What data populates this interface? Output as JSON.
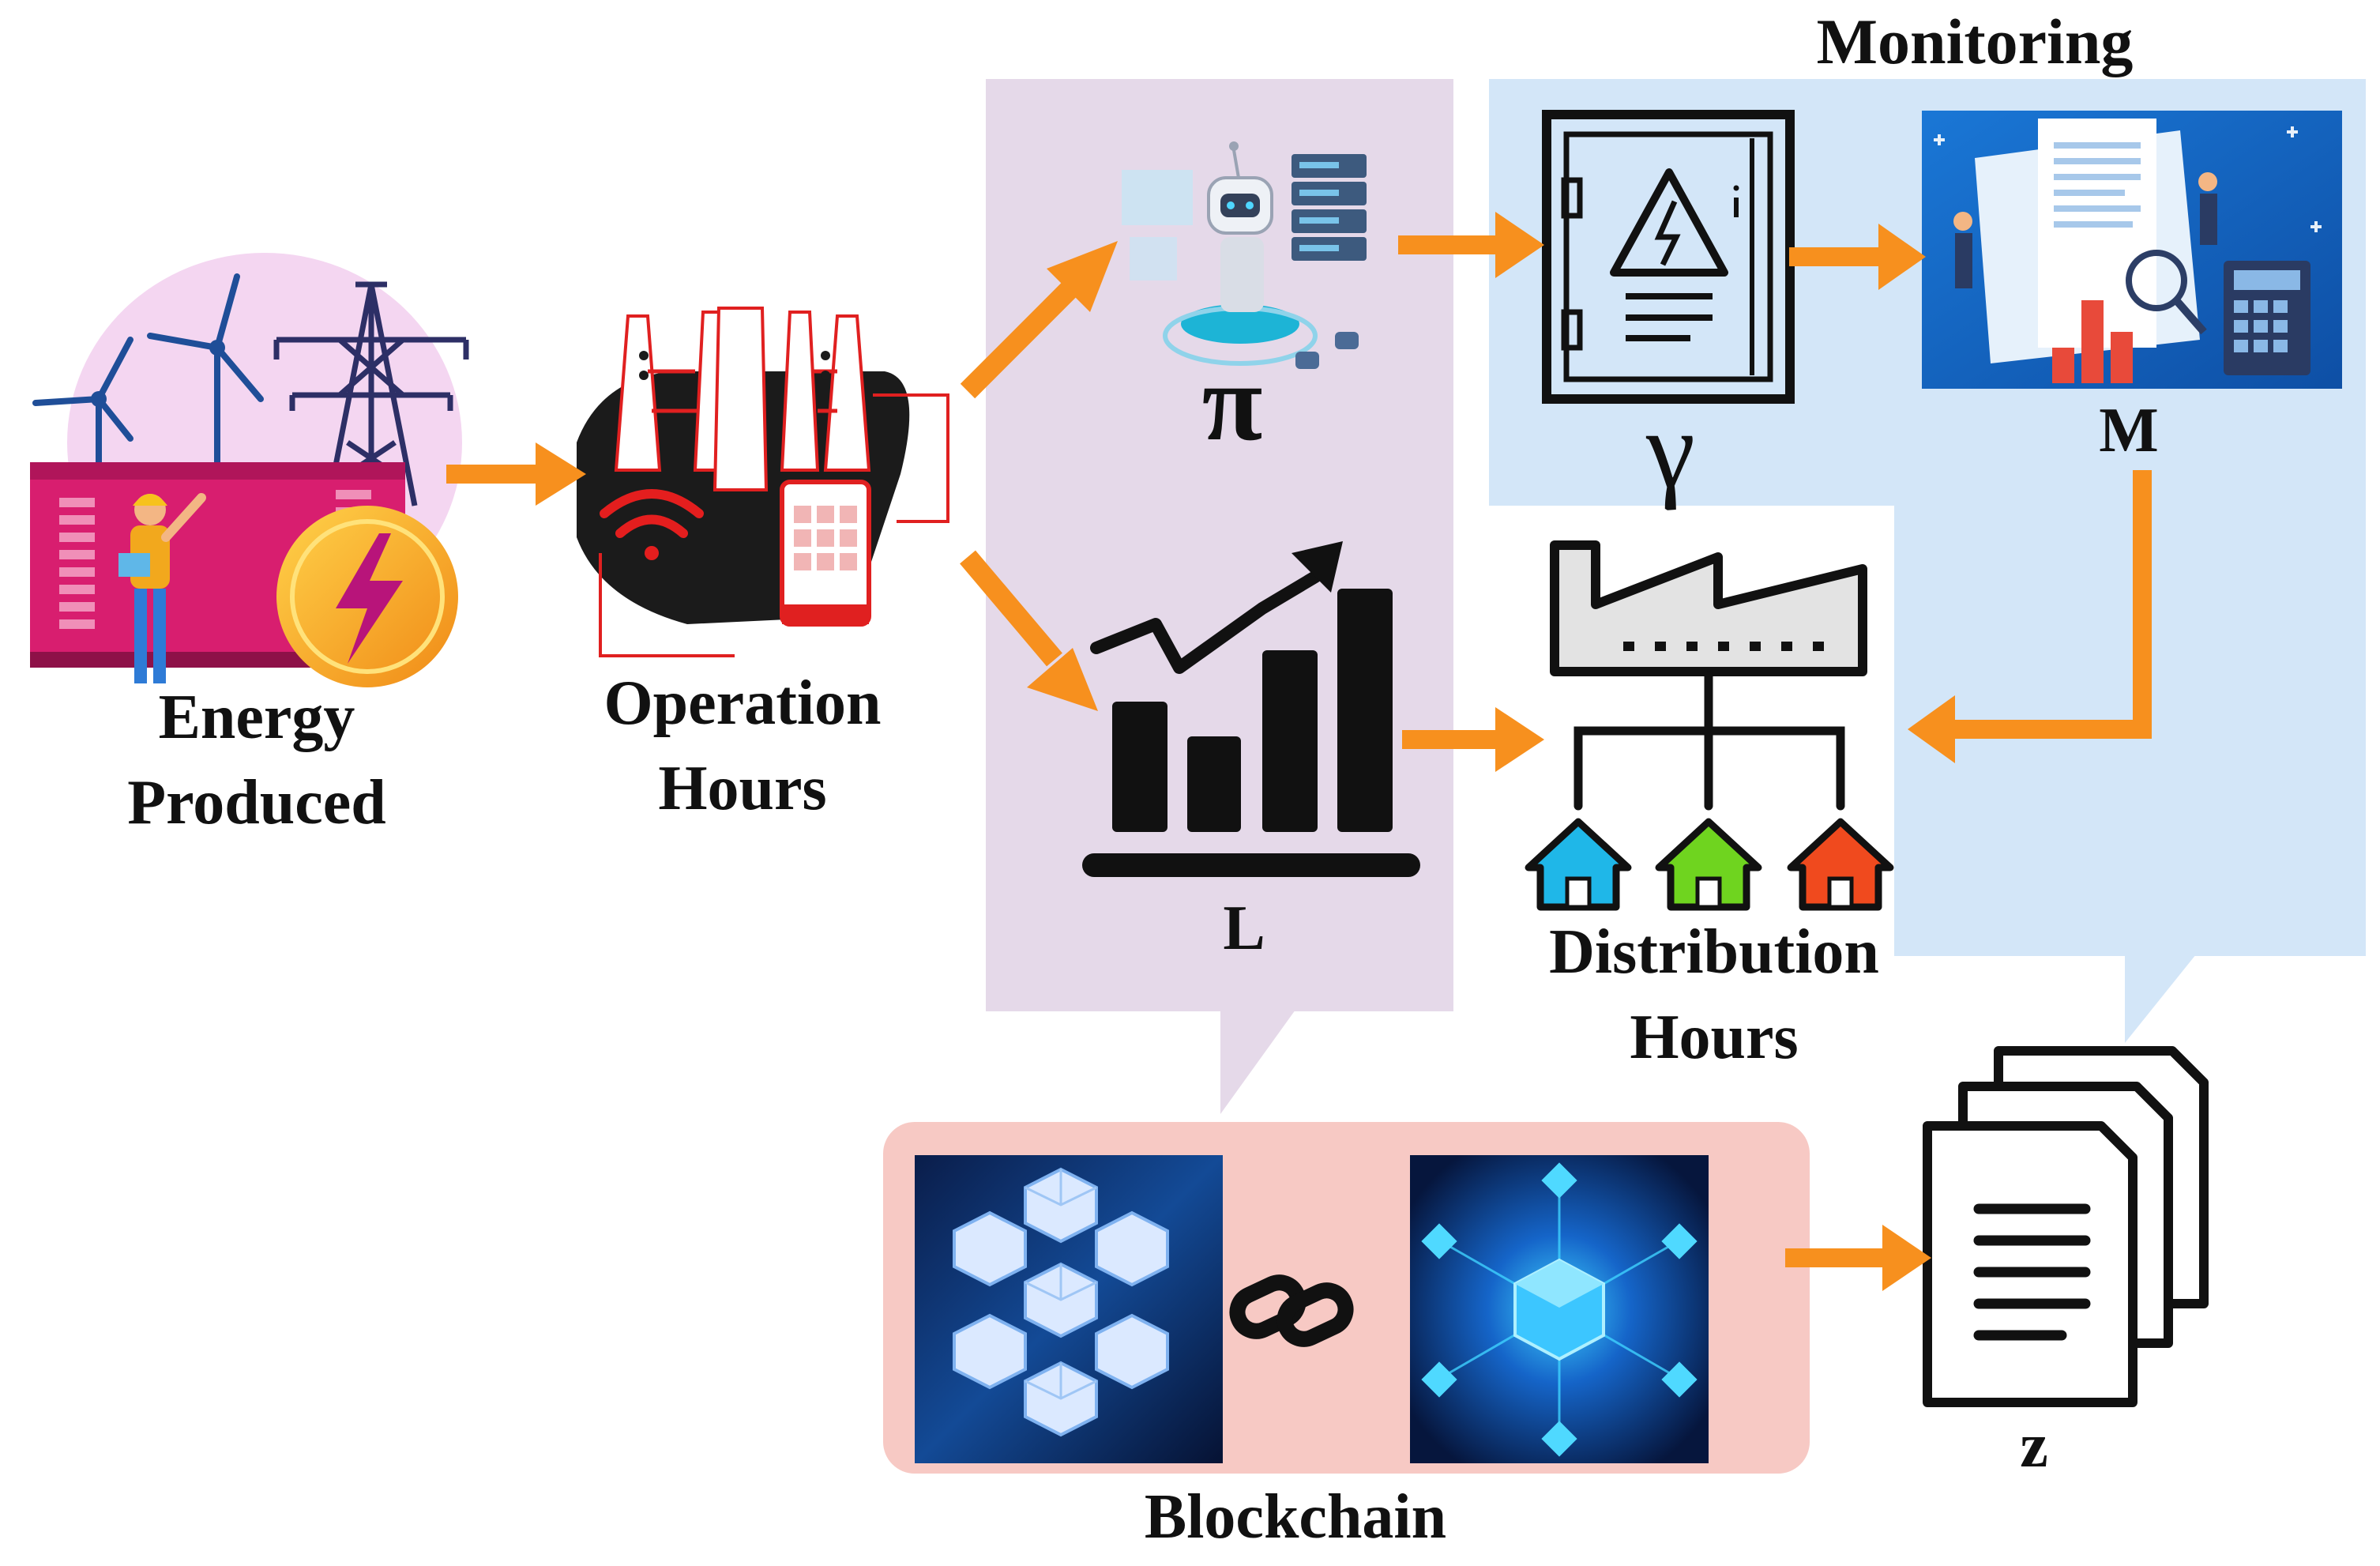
{
  "labels": {
    "energy_line1": "Energy",
    "energy_line2": "Produced",
    "operation_line1": "Operation",
    "operation_line2": "Hours",
    "pi": "π",
    "gamma": "γ",
    "m": "M",
    "monitoring": "Monitoring",
    "l": "L",
    "distribution_line1": "Distribution",
    "distribution_line2": "Hours",
    "blockchain": "Blockchain",
    "z": "z"
  },
  "colors": {
    "arrow": "#f7901e",
    "purple_panel": "#e5d9e9",
    "blue_panel": "#d3e6f8",
    "blockchain_box": "#f7c9c4",
    "house_cyan": "#1fb7e8",
    "house_green": "#6fd41f",
    "house_red": "#f04a1e",
    "pink_circle": "#f4d6f1",
    "container": "#d81e6f",
    "coin": "#f7b926",
    "bar_red": "#e8503a"
  },
  "icons": {
    "energy": "wind-turbines-transmission-tower-battery-icon",
    "operation": "cell-tower-phone-wifi-icon",
    "pi": "robot-server-icon",
    "gamma": "electrical-panel-icon",
    "m": "business-report-analytics-icon",
    "l": "bar-chart-trend-icon",
    "distribution": "factory-houses-distribution-icon",
    "blockchain_left": "blockchain-cubes-icon",
    "chain_link": "chain-link-icon",
    "blockchain_right": "blockchain-network-cube-icon",
    "z": "stacked-documents-icon"
  }
}
